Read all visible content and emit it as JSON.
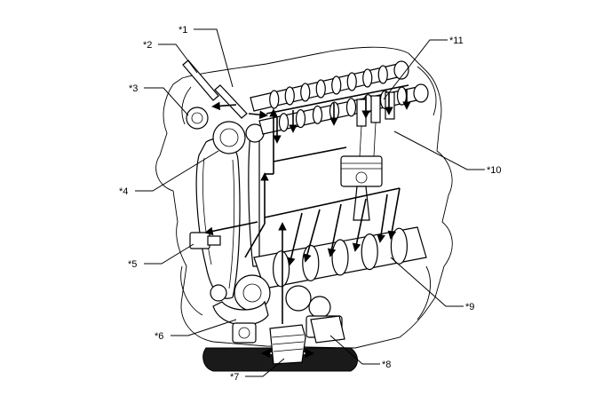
{
  "callouts": [
    {
      "id": "1",
      "label": "*1"
    },
    {
      "id": "2",
      "label": "*2"
    },
    {
      "id": "3",
      "label": "*3"
    },
    {
      "id": "4",
      "label": "*4"
    },
    {
      "id": "5",
      "label": "*5"
    },
    {
      "id": "6",
      "label": "*6"
    },
    {
      "id": "7",
      "label": "*7"
    },
    {
      "id": "8",
      "label": "*8"
    },
    {
      "id": "9",
      "label": "*9"
    },
    {
      "id": "10",
      "label": "*10"
    },
    {
      "id": "11",
      "label": "*11"
    }
  ],
  "colors": {
    "line": "#000000",
    "background": "#ffffff",
    "oil_pan_fill": "#1a1a1a"
  }
}
